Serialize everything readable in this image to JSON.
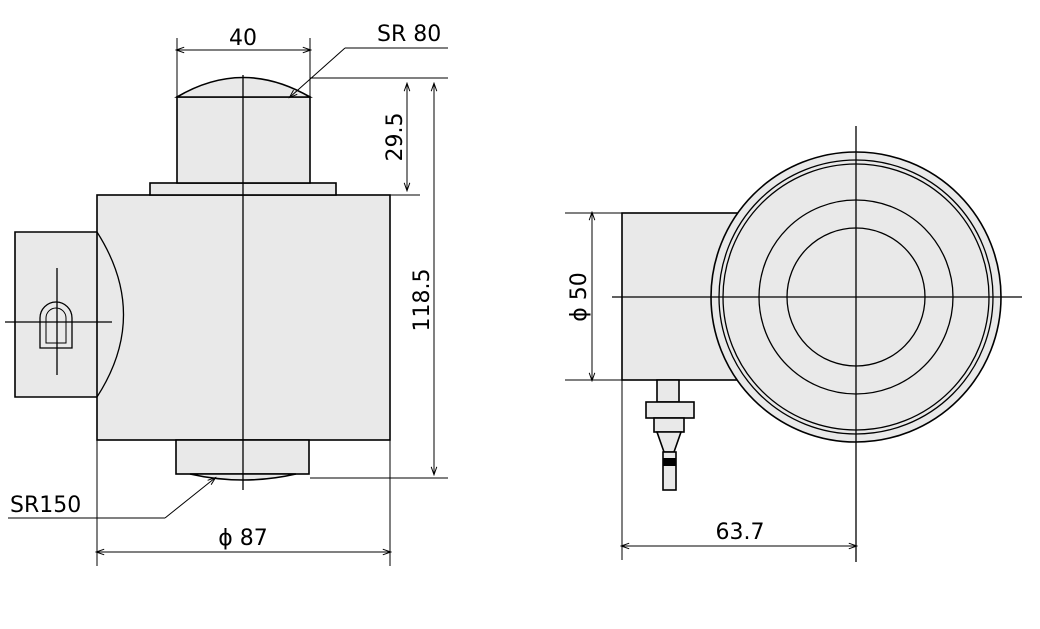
{
  "side_view": {
    "dim_top_width": "40",
    "dim_sphere_top": "SR 80",
    "dim_cap_height": "29.5",
    "dim_total_height": "118.5",
    "dim_sphere_bottom": "SR150",
    "dim_body_diameter": "ϕ 87"
  },
  "top_view": {
    "dim_connector_diameter": "ϕ 50",
    "dim_offset": "63.7"
  },
  "colors": {
    "body": "#e9e9e9",
    "line": "#000000",
    "connector_band": "#000000"
  }
}
